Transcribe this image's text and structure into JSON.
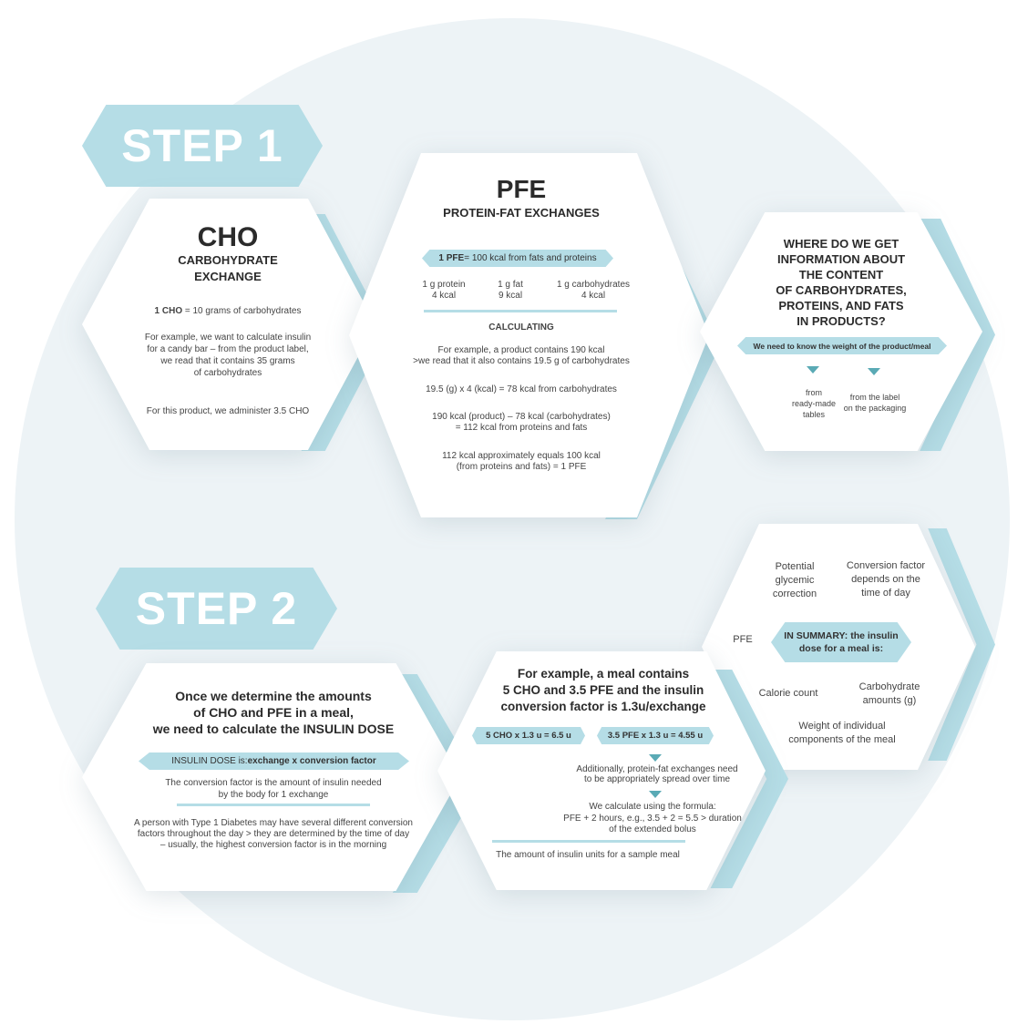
{
  "step1": {
    "label": "STEP 1"
  },
  "step2": {
    "label": "STEP 2"
  },
  "cho": {
    "title": "CHO",
    "subtitle_1": "CARBOHYDRATE",
    "subtitle_2": "EXCHANGE",
    "def_bold": "1 CHO",
    "def_rest": " = 10 grams of carbohydrates",
    "example_1": "For example, we want to calculate insulin",
    "example_2": "for a candy bar – from the product label,",
    "example_3": "we read that it contains 35 grams",
    "example_4": "of carbohydrates",
    "result": "For this product, we administer 3.5 CHO"
  },
  "pfe": {
    "title": "PFE",
    "subtitle": "PROTEIN-FAT EXCHANGES",
    "def_bold": "1 PFE",
    "def_rest": " = 100 kcal from fats and proteins",
    "col1_a": "1 g protein",
    "col1_b": "4 kcal",
    "col2_a": "1 g fat",
    "col2_b": "9 kcal",
    "col3_a": "1 g carbohydrates",
    "col3_b": "4 kcal",
    "calc_heading": "CALCULATING",
    "calc_1a": "For example, a product contains 190 kcal",
    "calc_1b": ">we read that it also contains 19.5 g of carbohydrates",
    "calc_2": "19.5 (g) x 4 (kcal) = 78 kcal from carbohydrates",
    "calc_3a": "190 kcal (product) – 78 kcal (carbohydrates)",
    "calc_3b": "= 112 kcal from proteins and fats",
    "calc_4a": "112 kcal approximately equals 100 kcal",
    "calc_4b": "(from proteins and fats) = 1 PFE"
  },
  "where": {
    "q1": "WHERE DO WE GET",
    "q2": "INFORMATION ABOUT",
    "q3": "THE CONTENT",
    "q4": "OF CARBOHYDRATES,",
    "q5": "PROTEINS, AND FATS",
    "q6": "IN PRODUCTS?",
    "need": "We need to know the weight of the product/meal",
    "src1_a": "from",
    "src1_b": "ready-made",
    "src1_c": "tables",
    "src2_a": "from the label",
    "src2_b": "on the packaging"
  },
  "insulin": {
    "h1": "Once we determine the amounts",
    "h2": "of CHO and PFE in a meal,",
    "h3": "we need to calculate the INSULIN DOSE",
    "formula_lead": "INSULIN DOSE is: ",
    "formula_bold": "exchange x conversion factor",
    "cf_1": "The conversion factor is the amount of insulin needed",
    "cf_2": "by the body for 1 exchange",
    "t1d_1": "A person with Type 1 Diabetes may have several different conversion",
    "t1d_2": "factors throughout the day > they are determined by the time of day",
    "t1d_3": "– usually, the highest conversion factor is in the morning"
  },
  "example": {
    "h1": "For example, a meal contains",
    "h2": "5 CHO and 3.5 PFE and the insulin",
    "h3": "conversion factor is 1.3u/exchange",
    "calc_cho": "5 CHO x 1.3 u = 6.5 u",
    "calc_pfe": "3.5 PFE x 1.3 u = 4.55 u",
    "add_1": "Additionally, protein-fat exchanges need",
    "add_2": "to be appropriately spread over time",
    "formula_1": "We calculate using the formula:",
    "formula_2": "PFE + 2 hours, e.g., 3.5 + 2 = 5.5 > duration",
    "formula_3": "of the extended bolus",
    "result": "The amount of insulin units for a sample meal"
  },
  "summary": {
    "center": "IN SUMMARY: the insulin dose for a meal is:",
    "glycemic_1": "Potential",
    "glycemic_2": "glycemic",
    "glycemic_3": "correction",
    "conv_1": "Conversion factor",
    "conv_2": "depends on the",
    "conv_3": "time of day",
    "pfe": "PFE",
    "calorie": "Calorie count",
    "carb_1": "Carbohydrate",
    "carb_2": "amounts (g)",
    "weight_1": "Weight of individual",
    "weight_2": "components of the meal"
  },
  "colors": {
    "accent": "#b5dde6",
    "arrow": "#5aaab5",
    "background": "#edf3f6"
  }
}
